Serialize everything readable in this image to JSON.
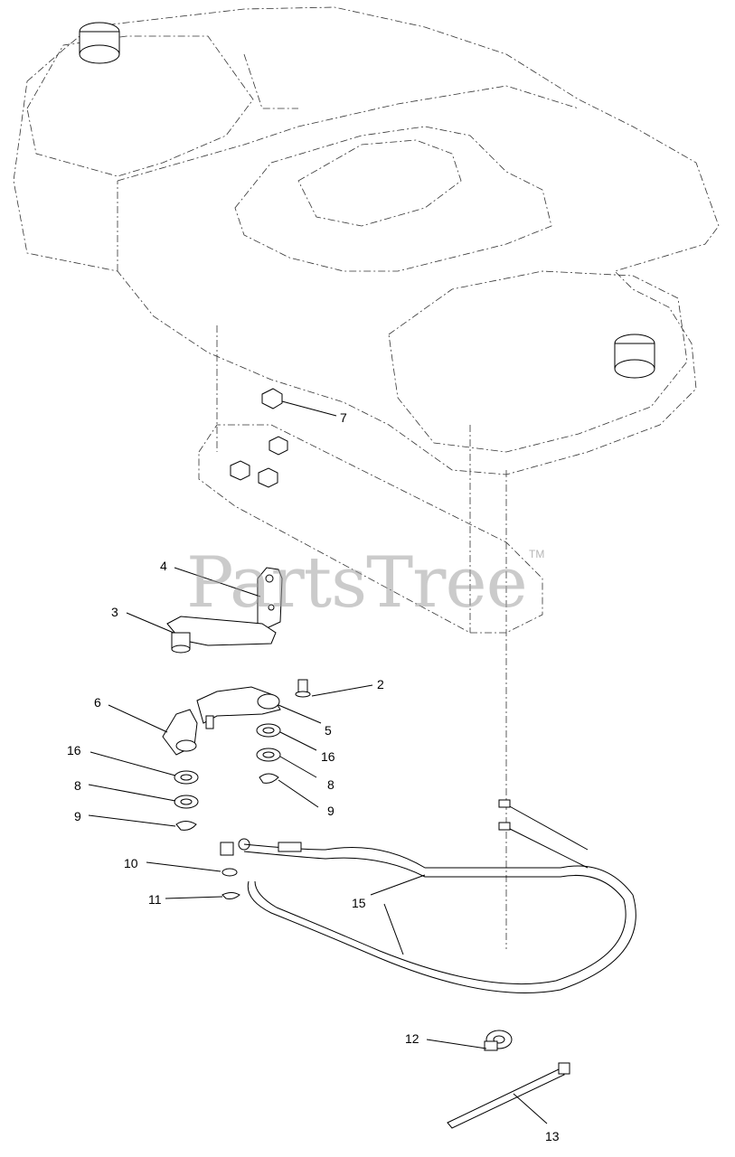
{
  "watermark": {
    "text": "PartsTree",
    "trademark": "TM"
  },
  "callouts": [
    {
      "id": "7",
      "text": "7"
    },
    {
      "id": "4",
      "text": "4"
    },
    {
      "id": "3",
      "text": "3"
    },
    {
      "id": "2",
      "text": "2"
    },
    {
      "id": "6",
      "text": "6"
    },
    {
      "id": "5",
      "text": "5"
    },
    {
      "id": "16a",
      "text": "16"
    },
    {
      "id": "16b",
      "text": "16"
    },
    {
      "id": "8a",
      "text": "8"
    },
    {
      "id": "8b",
      "text": "8"
    },
    {
      "id": "9a",
      "text": "9"
    },
    {
      "id": "9b",
      "text": "9"
    },
    {
      "id": "10",
      "text": "10"
    },
    {
      "id": "11",
      "text": "11"
    },
    {
      "id": "15",
      "text": "15"
    },
    {
      "id": "12",
      "text": "12"
    },
    {
      "id": "13",
      "text": "13"
    }
  ]
}
